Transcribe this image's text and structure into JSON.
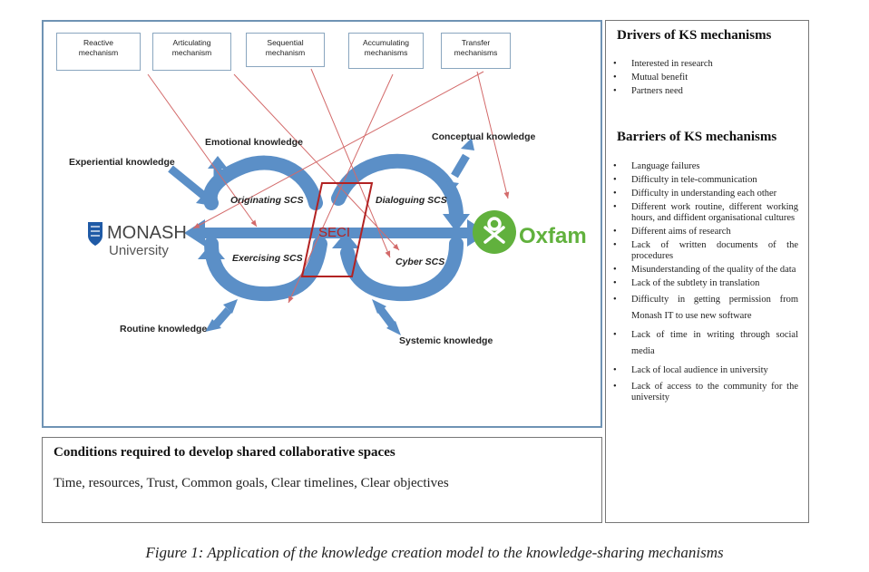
{
  "diagram": {
    "mechanisms": [
      "Reactive mechanism",
      "Articulating mechanism",
      "Sequential mechanism",
      "Accumulating mechanisms",
      "Transfer mechanisms"
    ],
    "mech_lines": [
      [
        "Reactive",
        "mechanism"
      ],
      [
        "Articulating",
        "mechanism"
      ],
      [
        "Sequential",
        "mechanism"
      ],
      [
        "Accumulating",
        "mechanisms"
      ],
      [
        "Transfer",
        "mechanisms"
      ]
    ],
    "knowledge": {
      "emotional": "Emotional knowledge",
      "experiential": "Experiential knowledge",
      "conceptual": "Conceptual knowledge",
      "routine": "Routine knowledge",
      "systemic": "Systemic knowledge"
    },
    "scs": {
      "originating": "Originating SCS",
      "dialoguing": "Dialoguing SCS",
      "exercising": "Exercising SCS",
      "cyber": "Cyber SCS"
    },
    "seci": "SECI",
    "monash": {
      "name": "MONASH",
      "sub": "University"
    },
    "oxfam": "Oxfam",
    "colors": {
      "arrow": "#5b8fc7",
      "red": "#b22222",
      "oxfam": "#61b13d",
      "monash": "#1f5aa6"
    }
  },
  "drivers": {
    "title": "Drivers of KS mechanisms",
    "items": [
      "Interested in research",
      "Mutual benefit",
      "Partners need"
    ]
  },
  "barriers": {
    "title": "Barriers of KS mechanisms",
    "items": [
      "Language failures",
      "Difficulty in tele-communication",
      "Difficulty in understanding each other",
      "Different work routine, different working hours, and diffident organisational cultures",
      "Different aims of research",
      "Lack of written documents of the procedures",
      "Misunderstanding of the quality of the data",
      "Lack of the subtlety in translation",
      "Difficulty in getting permission from Monash IT to use new software",
      "Lack of time in writing through social media",
      "Lack of local audience in university",
      "Lack of access to the community for the university"
    ]
  },
  "conditions": {
    "title": "Conditions required to develop shared collaborative spaces",
    "text": "Time, resources, Trust, Common goals, Clear timelines, Clear objectives"
  },
  "caption": "Figure 1: Application of the knowledge creation model to the knowledge-sharing mechanisms"
}
